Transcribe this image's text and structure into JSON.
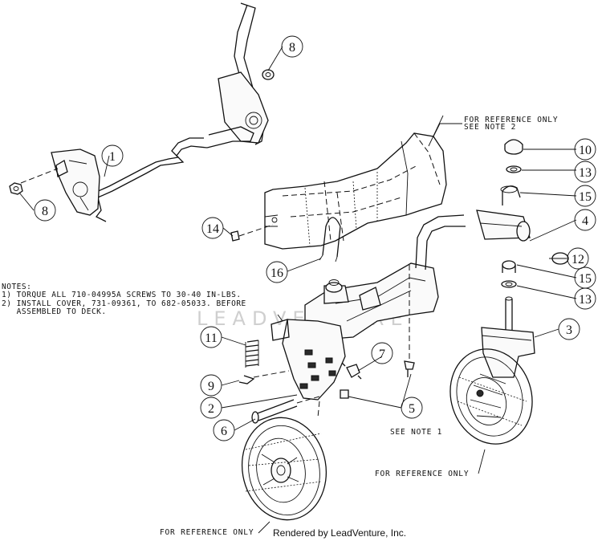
{
  "notes": {
    "heading": "NOTES:",
    "line1": "1) TORQUE ALL 710-04995A SCREWS TO 30-40 IN-LBS.",
    "line2": "2) INSTALL COVER, 731-09361, TO 682-05033. BEFORE",
    "line3": "   ASSEMBLED TO DECK."
  },
  "reference_labels": {
    "top_right_line1": "FOR REFERENCE ONLY",
    "top_right_line2": "SEE NOTE 2",
    "see_note_1": "SEE NOTE 1",
    "right_wheel": "FOR REFERENCE ONLY",
    "left_wheel": "FOR REFERENCE ONLY"
  },
  "callouts": {
    "c1": "1",
    "c2": "2",
    "c3": "3",
    "c4": "4",
    "c5": "5",
    "c6": "6",
    "c7": "7",
    "c8a": "8",
    "c8b": "8",
    "c9": "9",
    "c10": "10",
    "c11": "11",
    "c12": "12",
    "c13a": "13",
    "c13b": "13",
    "c14": "14",
    "c15a": "15",
    "c15b": "15",
    "c16": "16"
  },
  "credit": "Rendered by LeadVenture, Inc.",
  "watermark": "LEADVENTURE"
}
